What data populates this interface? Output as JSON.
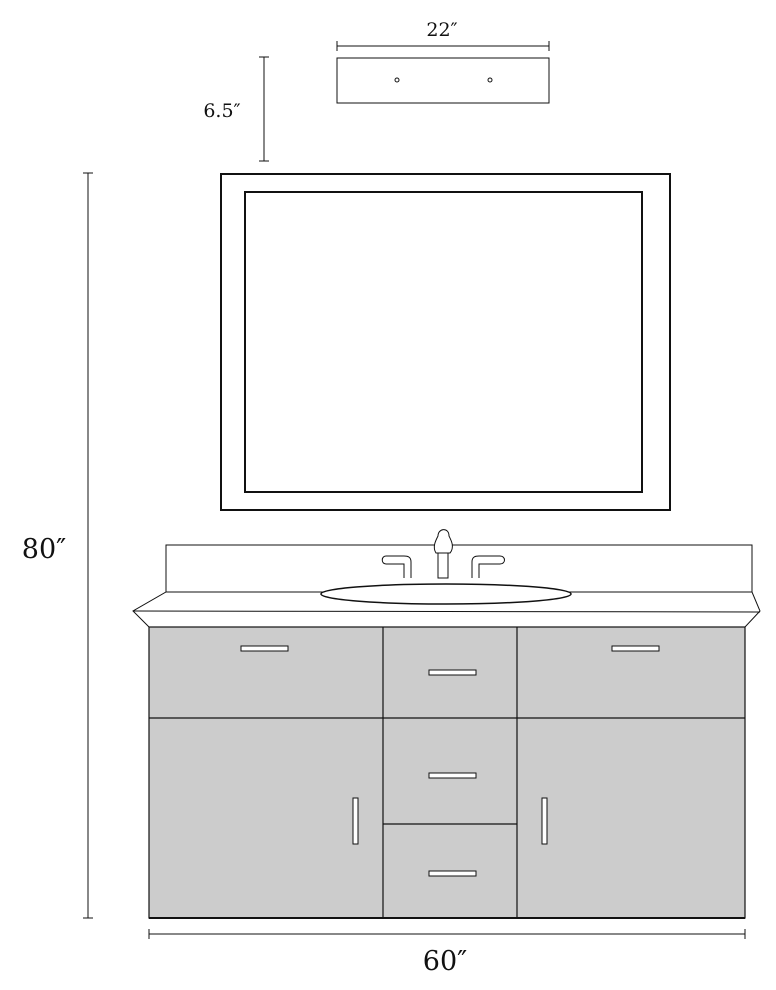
{
  "dimensions": {
    "fixture_width": "22″",
    "fixture_height": "6.5″",
    "total_height": "80″",
    "vanity_width": "60″"
  },
  "colors": {
    "cabinet_fill": "#cccccc",
    "line": "#111111"
  }
}
